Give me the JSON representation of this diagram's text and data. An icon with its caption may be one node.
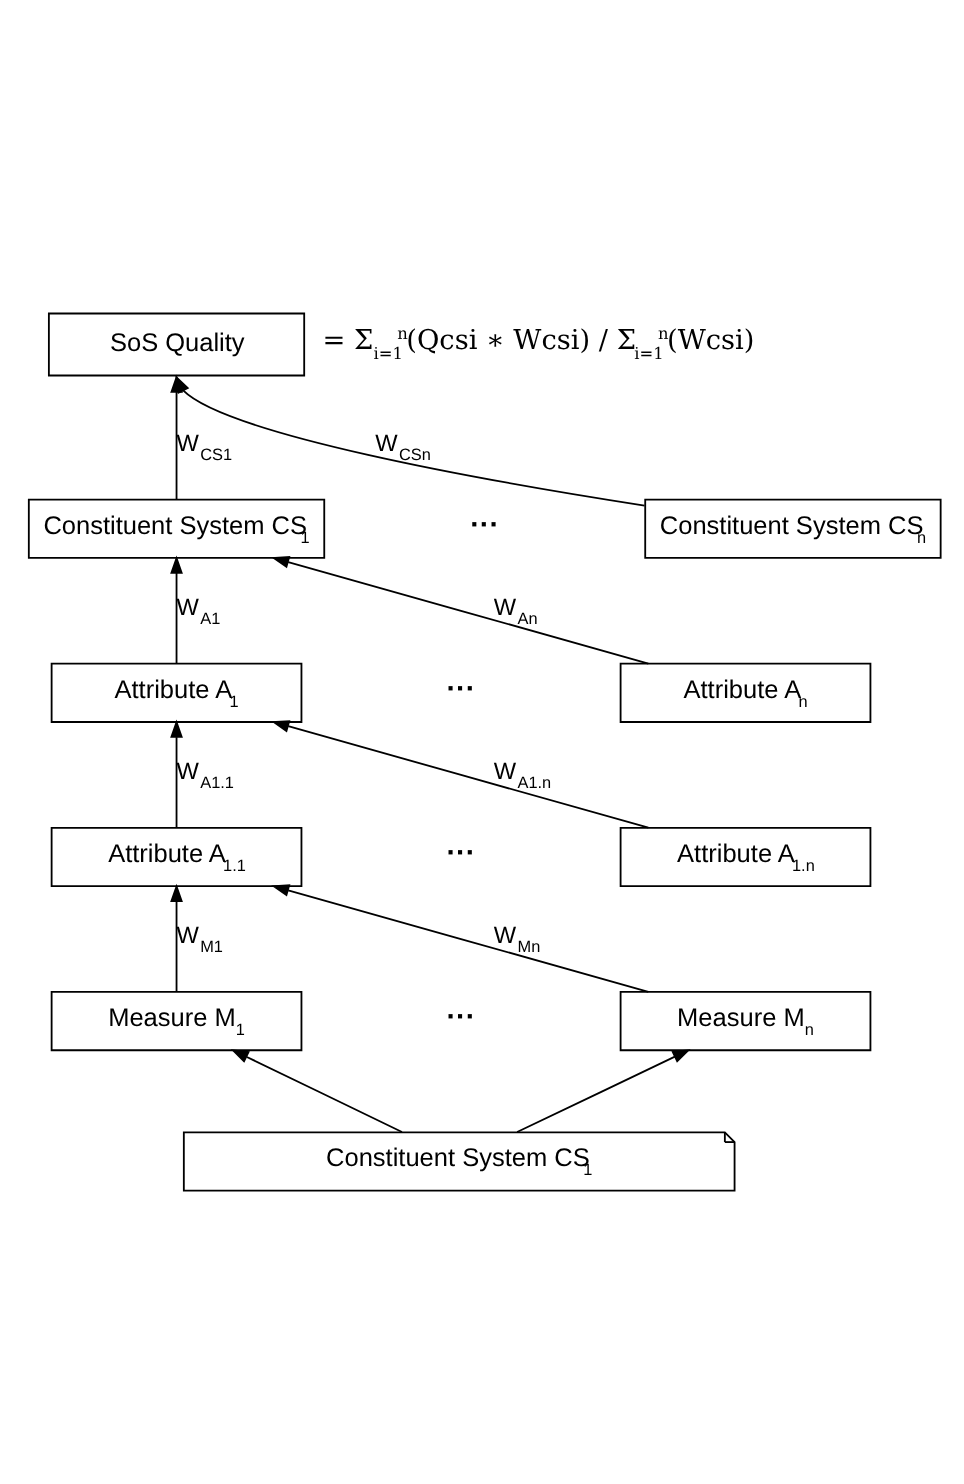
{
  "diagram": {
    "nodes": [
      {
        "text": [
          "SoS Quality"
        ],
        "beside": [
          "= Σ$_{i=1}$$^{n}$(Qcsi ∗ Wcsi) / Σ$_{i=1}$$^{n}$(Wcsi)"
        ]
      },
      {
        "text": [
          "Constituent System CS$_{1}$"
        ]
      },
      {
        "text": [
          "Constituent System CS$_{n}$"
        ]
      },
      {
        "text": [
          "Attribute A$_{1}$"
        ]
      },
      {
        "text": [
          "Attribute A$_{n}$"
        ]
      },
      {
        "text": [
          "Attribute A$_{1.1}$"
        ]
      },
      {
        "text": [
          "Attribute A$_{1.n}$"
        ]
      },
      {
        "text": [
          "Measure M$_{1}$"
        ]
      },
      {
        "text": [
          "Measure M$_{n}$"
        ]
      },
      {
        "text": [
          "Constituent System CS$_{1}$"
        ]
      }
    ],
    "edges": [
      {
        "from": 1,
        "to": 0,
        "arrow": "to",
        "label": "W$_{CS1}$"
      },
      {
        "from": 2,
        "to": 0,
        "arrow": "to",
        "label": "W$_{CSn}$"
      },
      {
        "from": 3,
        "to": 1,
        "arrow": "to",
        "label": "W$_{A1}$"
      },
      {
        "from": 4,
        "to": 1,
        "arrow": "to",
        "label": "W$_{An}$"
      },
      {
        "from": 5,
        "to": 3,
        "arrow": "to",
        "label": "W$_{A1.1}$"
      },
      {
        "from": 6,
        "to": 3,
        "arrow": "to",
        "label": "W$_{A1.n}$"
      },
      {
        "from": 7,
        "to": 5,
        "arrow": "to",
        "label": "W$_{M1}$"
      },
      {
        "from": 8,
        "to": 5,
        "arrow": "to",
        "label": "W$_{Mn}$"
      },
      {
        "from": 9,
        "to": 7,
        "arrow": "to"
      },
      {
        "from": 9,
        "to": 8,
        "arrow": "to"
      }
    ],
    "labels": [
      "···",
      "···",
      "···",
      "···"
    ]
  }
}
